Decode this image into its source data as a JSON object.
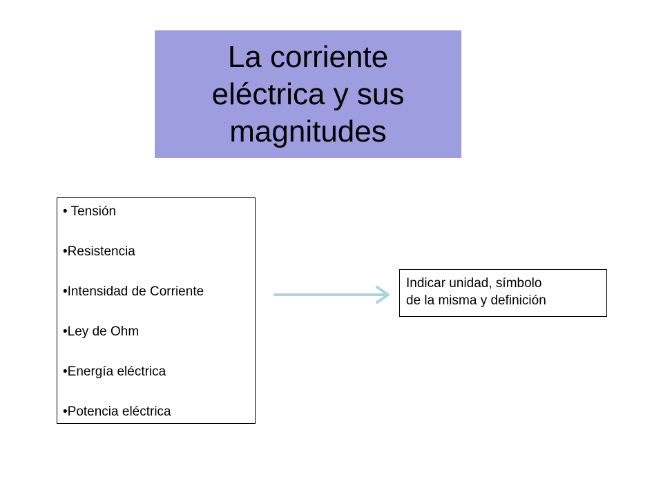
{
  "title": {
    "lines": [
      "La corriente",
      "eléctrica y sus",
      "magnitudes"
    ],
    "background": "#9e9de0"
  },
  "topics": [
    "• Tensión",
    "•Resistencia",
    "•Intensidad de Corriente",
    "•Ley de Ohm",
    "•Energía eléctrica",
    "•Potencia eléctrica"
  ],
  "instruction": {
    "lines": [
      "Indicar unidad, símbolo",
      "de la misma y definición"
    ]
  },
  "arrow": {
    "icon": "arrow-right-icon",
    "color": "#a9d6dc"
  }
}
